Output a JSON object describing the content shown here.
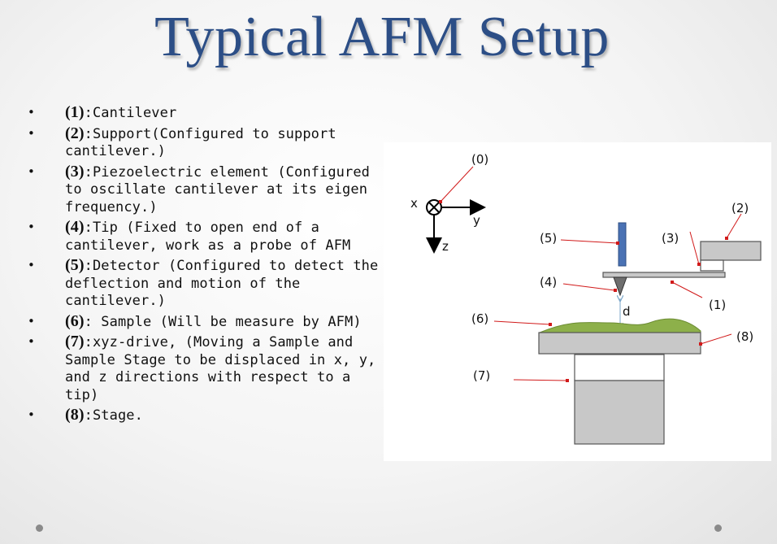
{
  "title": "Typical AFM Setup",
  "bullets": [
    {
      "num": "(1)",
      "text": ":Cantilever"
    },
    {
      "num": "(2)",
      "text": ":Support(Configured to support cantilever.)"
    },
    {
      "num": "(3)",
      "text": ":Piezoelectric element (Configured to oscillate cantilever at its eigen frequency.)"
    },
    {
      "num": "(4)",
      "text": ":Tip (Fixed to open end of a cantilever, work as a probe of AFM"
    },
    {
      "num": "(5)",
      "text": ":Detector (Configured to detect the deflection and motion of the cantilever.)"
    },
    {
      "num": "(6)",
      "text": ": Sample (Will be measure by AFM)"
    },
    {
      "num": "(7)",
      "text": ":xyz-drive, (Moving a Sample and Sample Stage to be displaced in x, y, and z directions with respect to a tip)"
    },
    {
      "num": "(8)",
      "text": ":Stage."
    }
  ],
  "diagram": {
    "labels": {
      "l0": "(0)",
      "l1": "(1)",
      "l2": "(2)",
      "l3": "(3)",
      "l4": "(4)",
      "l5": "(5)",
      "l6": "(6)",
      "l7": "(7)",
      "l8": "(8)"
    },
    "axes": {
      "x": "x",
      "y": "y",
      "z": "z"
    },
    "gap_label": "d"
  },
  "colors": {
    "title": "#2c4e86",
    "detector": "#4a72b4",
    "sample": "#8db04a",
    "stage": "#c8c8c8",
    "leader": "#d11a1a",
    "gap_arrow": "#9fc3dc"
  }
}
